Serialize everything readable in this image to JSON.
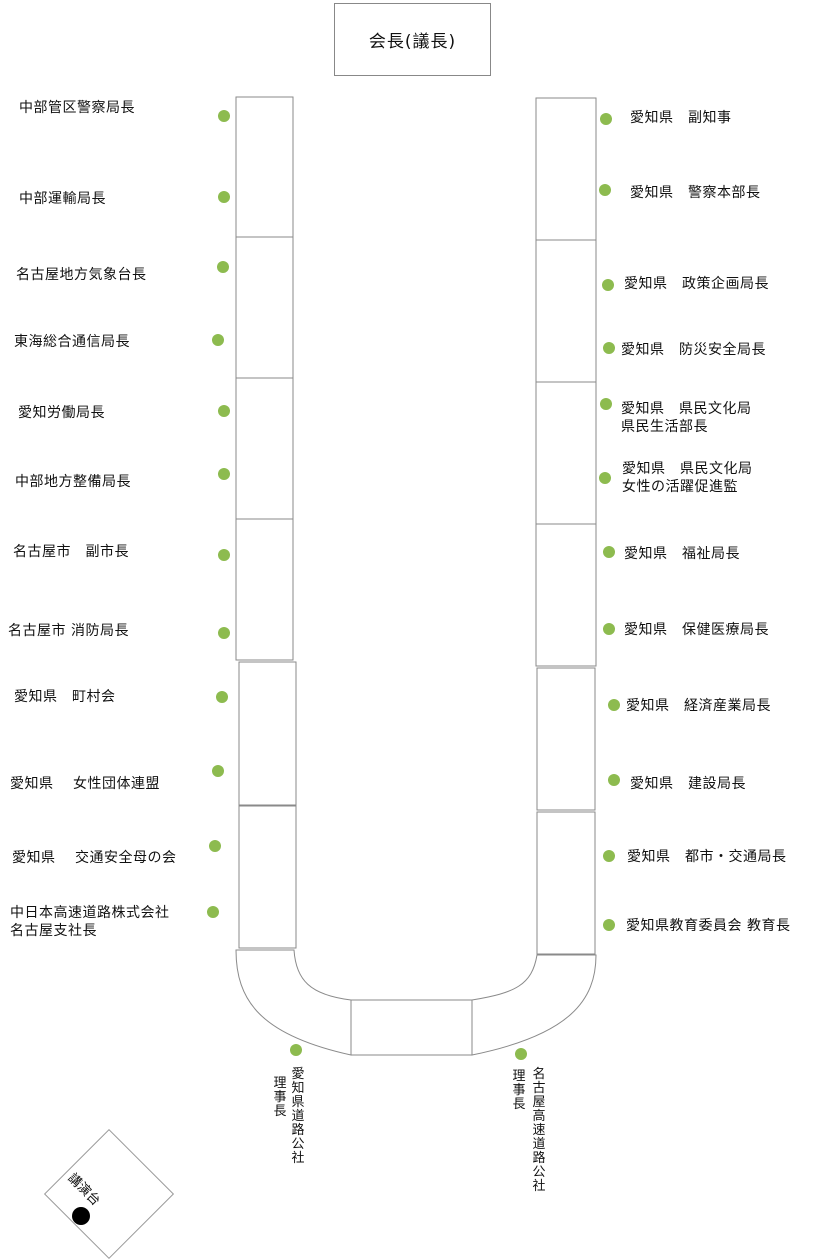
{
  "chair": {
    "label": "会長(議長)"
  },
  "left_members": [
    "中部管区警察局長",
    "中部運輸局長",
    "名古屋地方気象台長",
    "東海総合通信局長",
    "愛知労働局長",
    "中部地方整備局長",
    "名古屋市　副市長",
    "名古屋市 消防局長",
    "愛知県　町村会",
    "愛知県　 女性団体連盟",
    "愛知県 　交通安全母の会",
    "中日本高速道路株式会社\n名古屋支社長"
  ],
  "right_members": [
    "愛知県　副知事",
    "愛知県　警察本部長",
    "愛知県　政策企画局長",
    "愛知県　防災安全局長",
    "愛知県　県民文化局\n県民生活部長",
    "愛知県　県民文化局\n女性の活躍促進監",
    "愛知県　福祉局長",
    "愛知県　保健医療局長",
    "愛知県　経済産業局長",
    "愛知県　建設局長",
    "愛知県　都市・交通局長",
    "愛知県教育委員会 教育長"
  ],
  "bottom_members": [
    {
      "org": "愛知県道路公社",
      "title": "理事長"
    },
    {
      "org": "名古屋高速道路公社",
      "title": "理事長"
    }
  ],
  "podium": {
    "label": "講演台"
  },
  "colors": {
    "attendee_dot": "#8dbb4f",
    "table_outline": "#8a8a8a"
  }
}
